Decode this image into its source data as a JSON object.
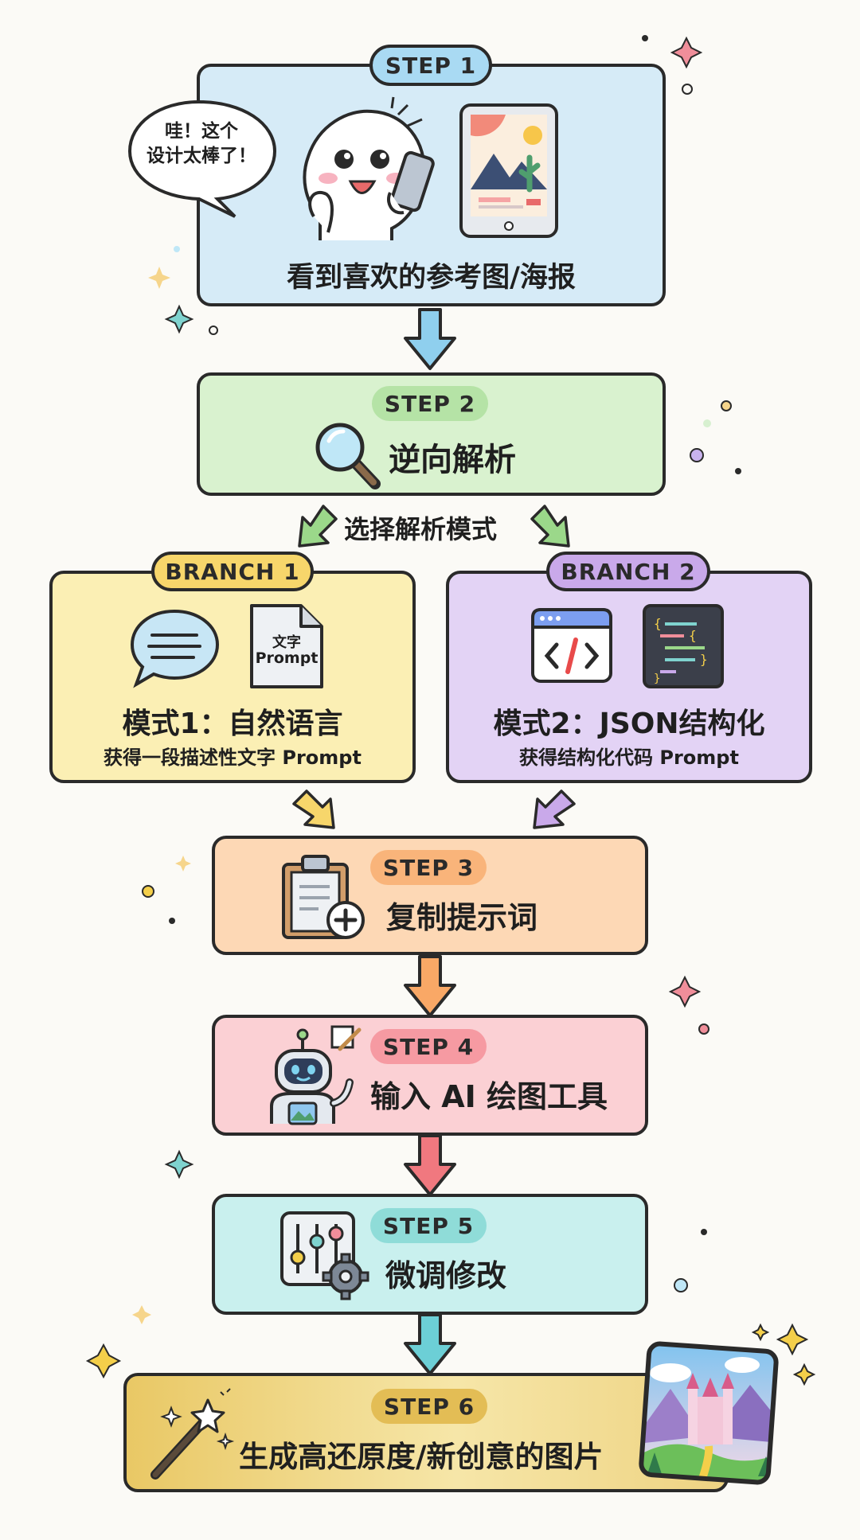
{
  "steps": {
    "step1": {
      "badge": "STEP 1",
      "title": "看到喜欢的参考图/海报",
      "speech": "哇！这个\n设计太棒了！"
    },
    "step2": {
      "badge": "STEP 2",
      "title": "逆向解析"
    },
    "branch_label": "选择解析模式",
    "branch1": {
      "badge": "BRANCH 1",
      "title": "模式1：自然语言",
      "subtitle": "获得一段描述性文字 Prompt",
      "doc_text_1": "文字",
      "doc_text_2": "Prompt"
    },
    "branch2": {
      "badge": "BRANCH 2",
      "title": "模式2：JSON结构化",
      "subtitle": "获得结构化代码 Prompt"
    },
    "step3": {
      "badge": "STEP 3",
      "title": "复制提示词"
    },
    "step4": {
      "badge": "STEP 4",
      "title": "输入 AI 绘图工具"
    },
    "step5": {
      "badge": "STEP 5",
      "title": "微调修改"
    },
    "step6": {
      "badge": "STEP 6",
      "title": "生成高还原度/新创意的图片"
    }
  },
  "colors": {
    "step1": "#d6ebf7",
    "step2": "#d9f2cf",
    "branch1": "#fbefb4",
    "branch2": "#e3d3f5",
    "step3": "#fdd8b5",
    "step4": "#fbd0d4",
    "step5": "#c9f0ee",
    "step6": "#f1d98a",
    "badge1": "#a9daf3",
    "badge2": "#b5e3a6",
    "badge_b1": "#f7d66b",
    "badge_b2": "#c9a9ea",
    "badge3": "#f9b47a",
    "badge4": "#f69aa2",
    "badge5": "#8fdcd8",
    "badge6": "#e3bd55"
  },
  "icons": [
    "smiley-phone-icon",
    "poster-tablet-icon",
    "magnifier-icon",
    "chat-bubble-icon",
    "document-icon",
    "code-window-icon",
    "code-editor-icon",
    "clipboard-icon",
    "robot-icon",
    "sliders-gear-icon",
    "magic-wand-icon",
    "castle-picture-icon"
  ]
}
